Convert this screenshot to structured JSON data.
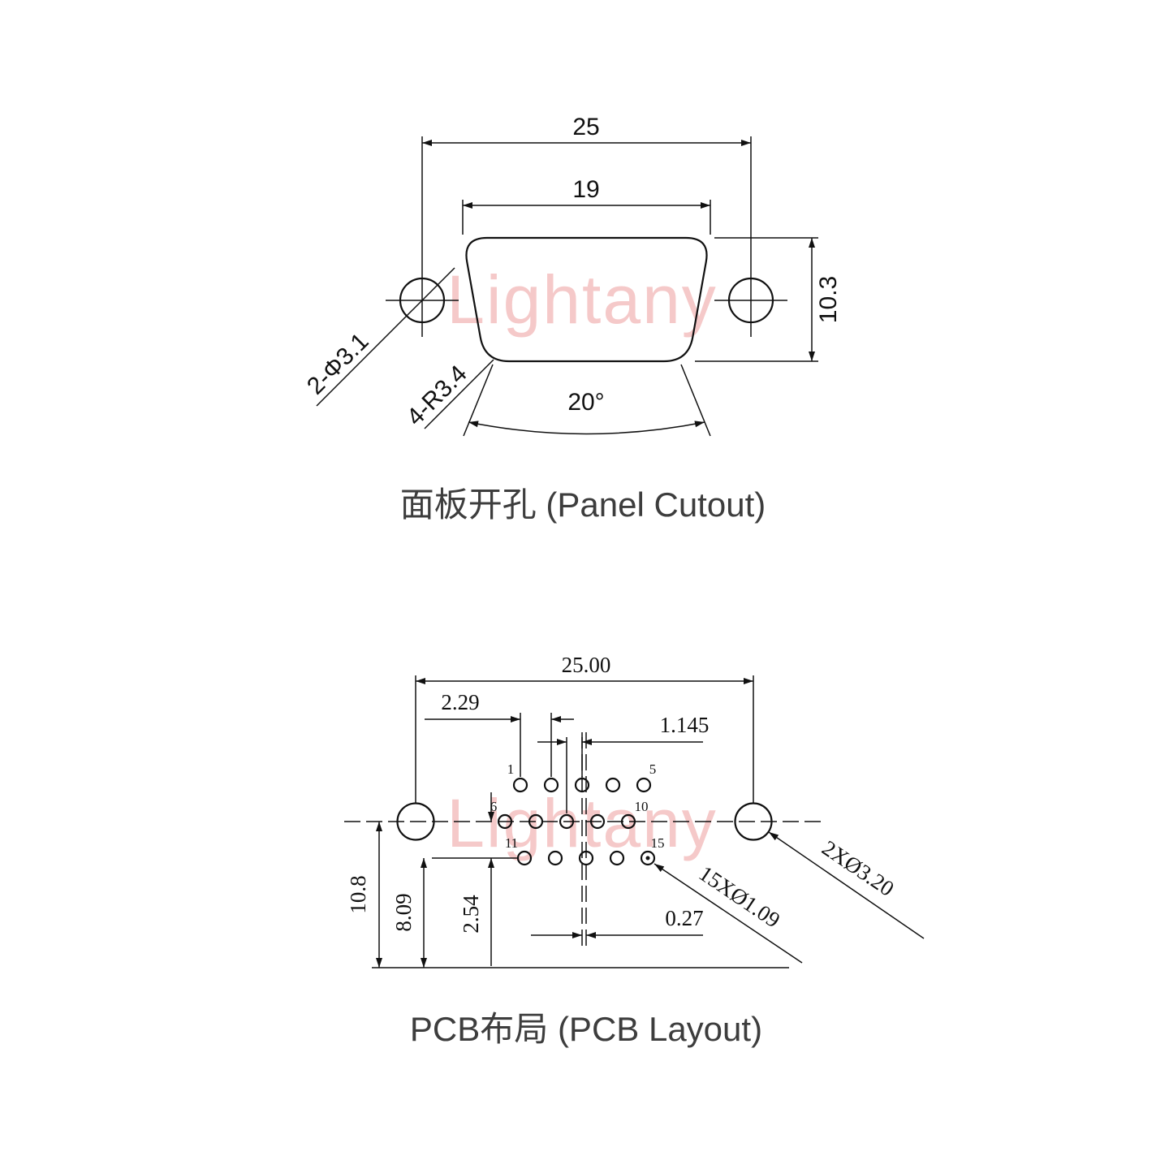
{
  "watermark": {
    "text": "Lightany"
  },
  "panel_cutout": {
    "title": "面板开孔 (Panel Cutout)",
    "dim_width_outer": "25",
    "dim_width_inner": "19",
    "dim_height": "10.3",
    "label_mount_holes": "2-Φ3.1",
    "label_corner_radius": "4-R3.4",
    "dim_angle": "20°"
  },
  "pcb_layout": {
    "title": "PCB布局 (PCB Layout)",
    "dim_mount_span": "25.00",
    "dim_pin_pitch": "2.29",
    "dim_half_pitch": "1.145",
    "dim_center_offset": "0.27",
    "dim_height_total": "10.8",
    "dim_height_bottom_row": "8.09",
    "dim_row_gap": "2.54",
    "label_pin_holes": "15XØ1.09",
    "label_mount_holes": "2XØ3.20",
    "pins": {
      "p1": "1",
      "p5": "5",
      "p6": "6",
      "p10": "10",
      "p11": "11",
      "p15": "15"
    }
  }
}
